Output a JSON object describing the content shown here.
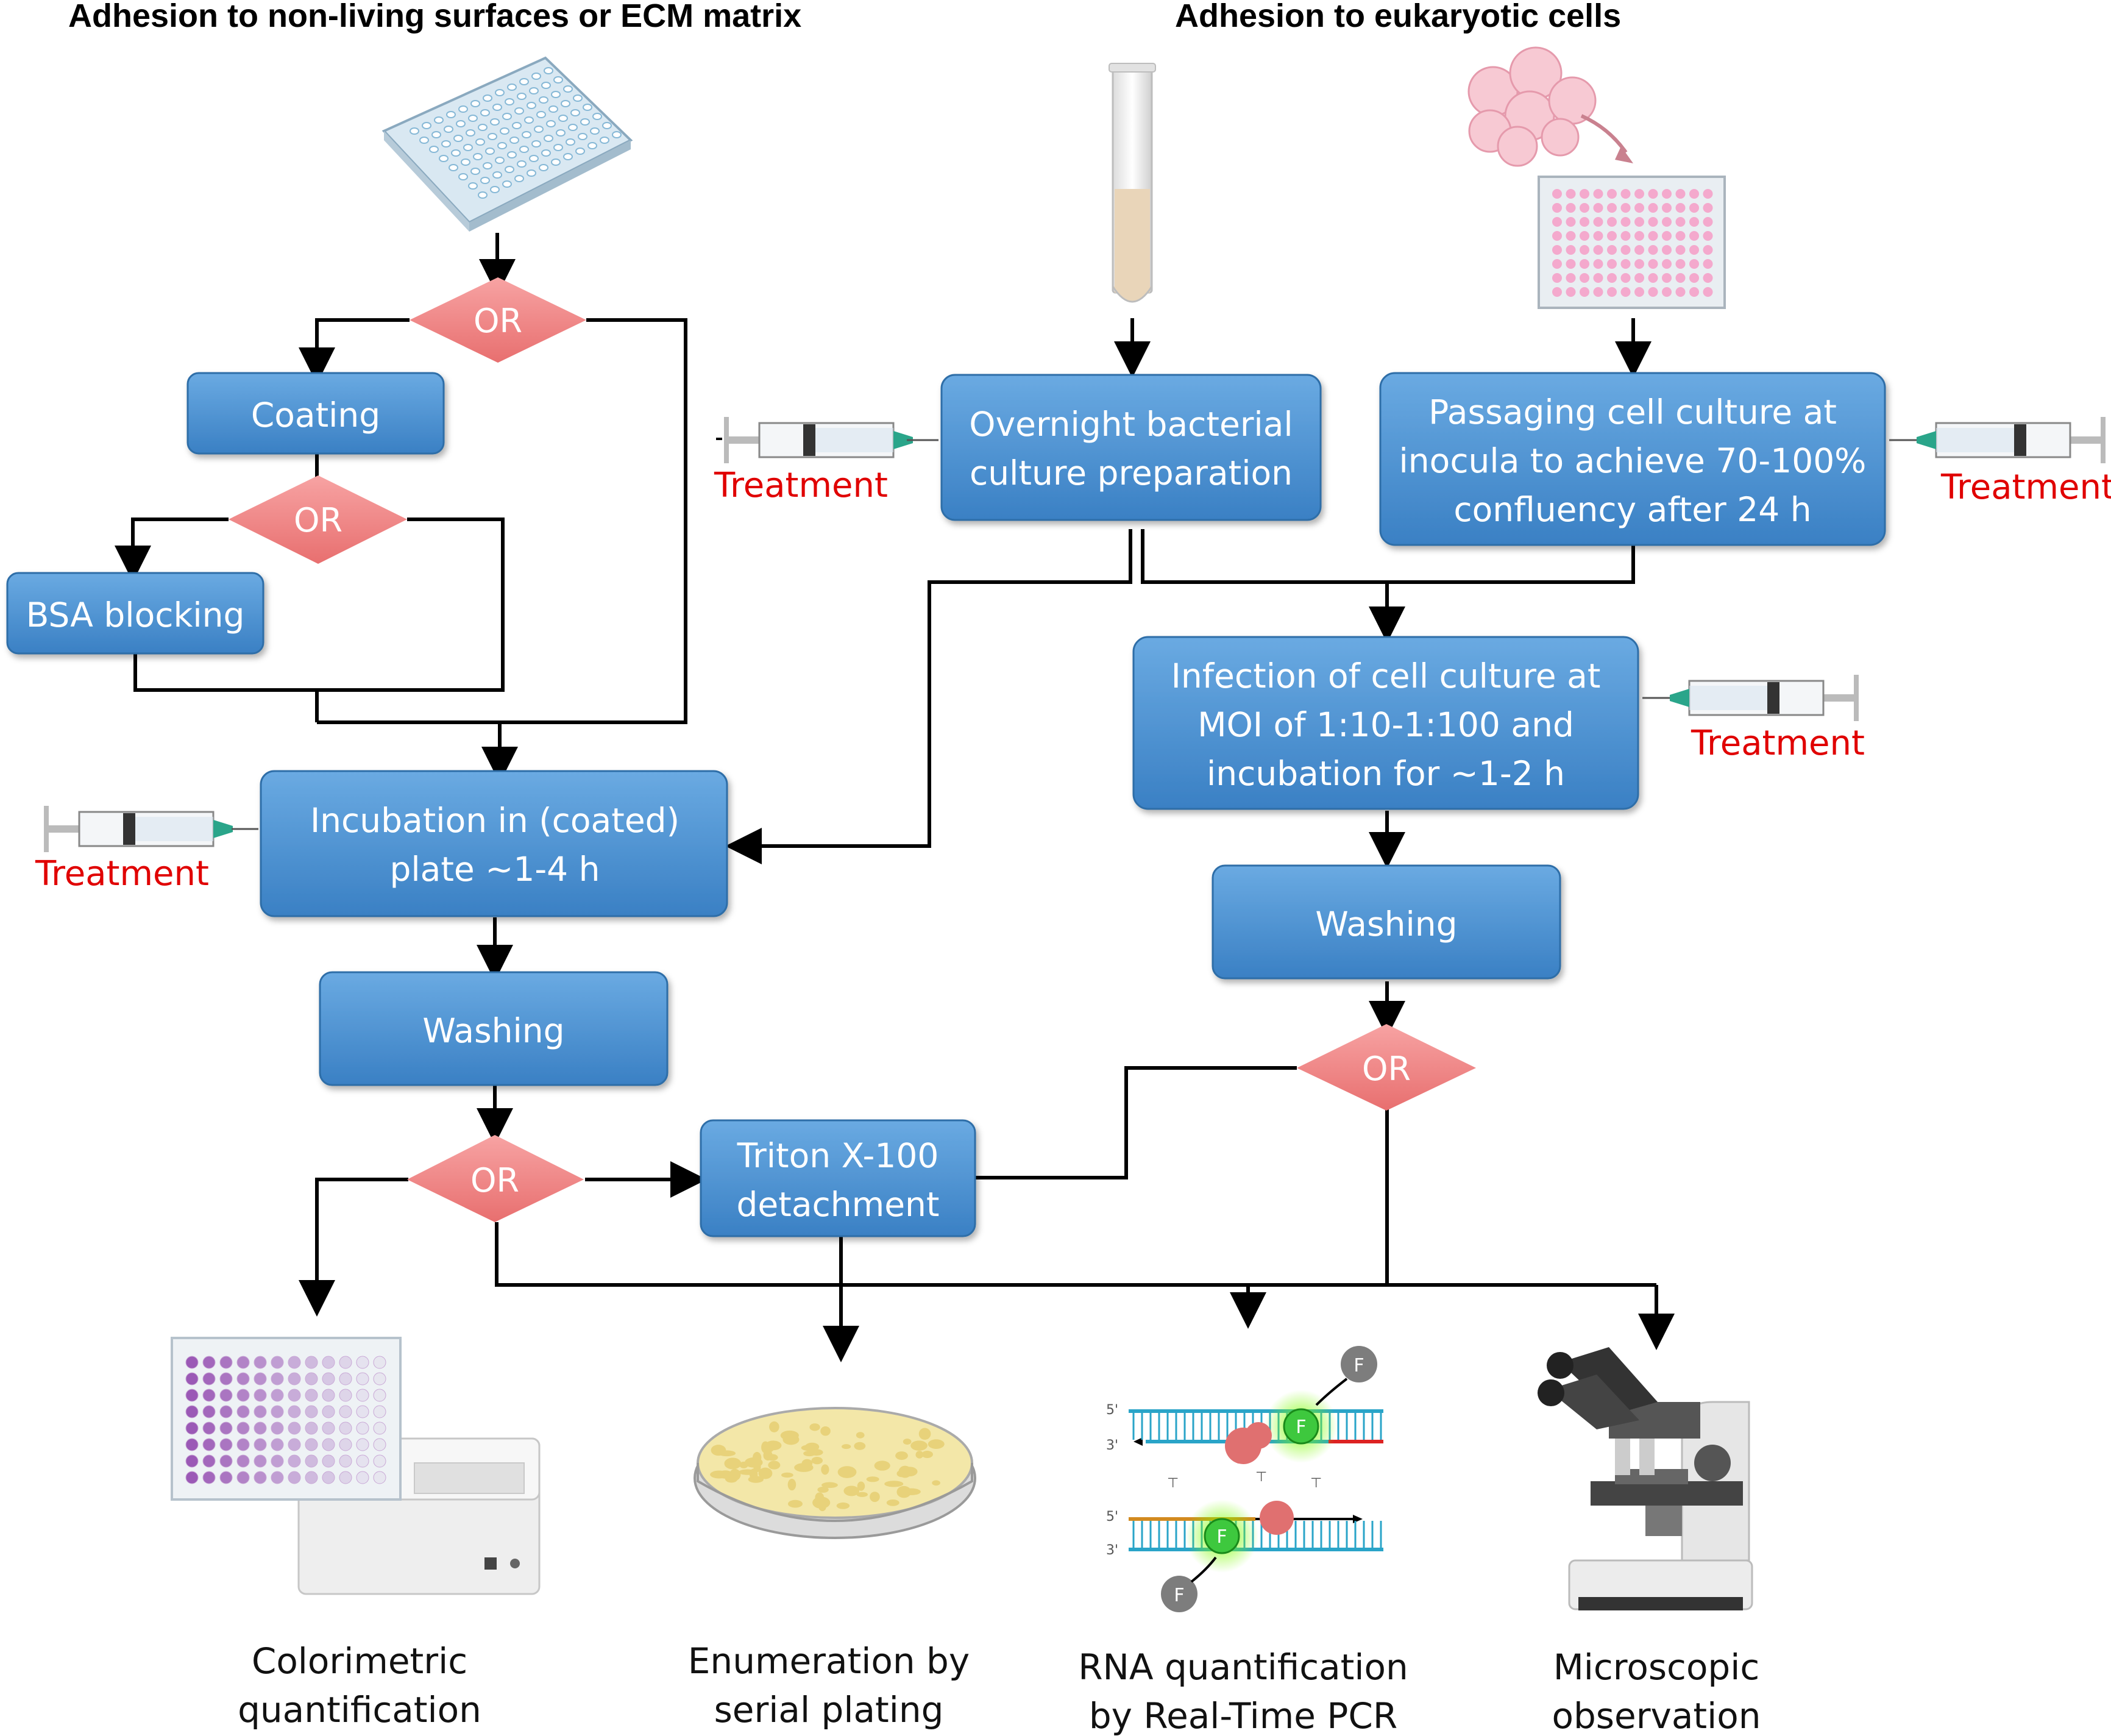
{
  "headers": {
    "left": "Adhesion to non-living surfaces or ECM matrix",
    "right": "Adhesion to eukaryotic cells"
  },
  "boxes": {
    "coating": "Coating",
    "bsa": "BSA blocking",
    "incubation_l1": "Incubation in (coated)",
    "incubation_l2": "plate ~1-4 h",
    "washing_left": "Washing",
    "triton_l1": "Triton X-100",
    "triton_l2": "detachment",
    "overnight_l1": "Overnight bacterial",
    "overnight_l2": "culture preparation",
    "passaging_l1": "Passaging cell culture at",
    "passaging_l2": "inocula to achieve 70-100%",
    "passaging_l3": "confluency after 24 h",
    "infection_l1": "Infection of cell culture at",
    "infection_l2": "MOI of 1:10-1:100 and",
    "infection_l3": "incubation for ~1-2 h",
    "washing_right": "Washing"
  },
  "or_label": "OR",
  "treatment_label": "Treatment",
  "outputs": {
    "colorimetric_l1": "Colorimetric",
    "colorimetric_l2": "quantification",
    "enumeration_l1": "Enumeration by",
    "enumeration_l2": "serial plating",
    "rna_l1": "RNA quantification",
    "rna_l2": "by Real-Time PCR",
    "micro_l1": "Microscopic",
    "micro_l2": "observation"
  },
  "pcr": {
    "five_prime": "5'",
    "three_prime": "3'",
    "fluor": "F"
  },
  "colors": {
    "box_fill": "#4a90d0",
    "box_edge": "#2f6ea8",
    "or_fill": "#f08a8a",
    "treatment_text": "#e00000"
  },
  "icons": [
    "well-plate-icon",
    "test-tube-icon",
    "cell-cluster-icon",
    "pink-well-plate-icon",
    "syringe-icon",
    "plate-reader-icon",
    "petri-dish-icon",
    "pcr-dna-icon",
    "microscope-icon"
  ]
}
